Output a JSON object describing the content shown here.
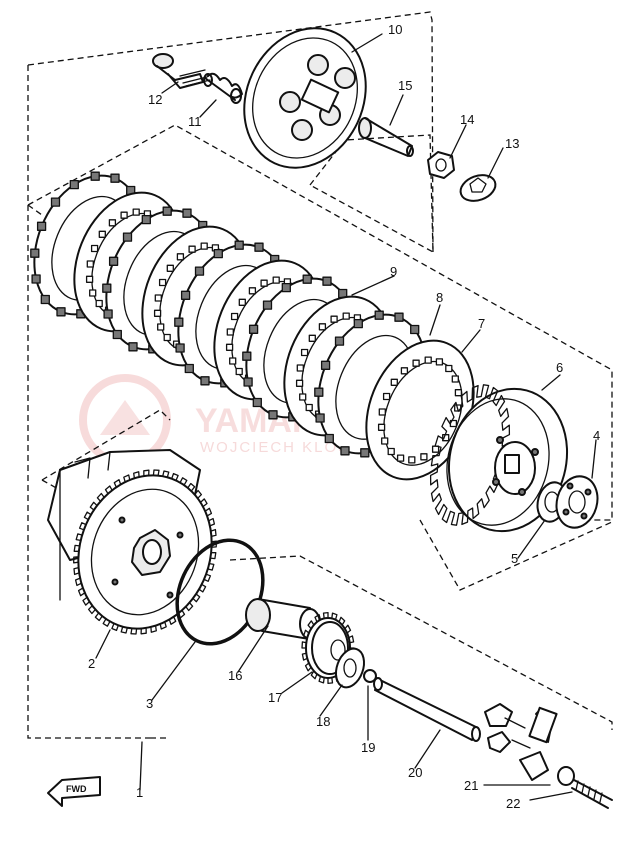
{
  "watermark": {
    "line1": "YAMAHAKLOSS",
    "line2": "WOJCIECH KLOSS CE.PL"
  },
  "direction_marker": "FWD",
  "parts": [
    {
      "id": "p1",
      "num": "1"
    },
    {
      "id": "p2",
      "num": "2"
    },
    {
      "id": "p3",
      "num": "3"
    },
    {
      "id": "p4",
      "num": "4"
    },
    {
      "id": "p5",
      "num": "5"
    },
    {
      "id": "p6",
      "num": "6"
    },
    {
      "id": "p7",
      "num": "7"
    },
    {
      "id": "p8",
      "num": "8"
    },
    {
      "id": "p9",
      "num": "9"
    },
    {
      "id": "p10",
      "num": "10"
    },
    {
      "id": "p11",
      "num": "11"
    },
    {
      "id": "p12",
      "num": "12"
    },
    {
      "id": "p13",
      "num": "13"
    },
    {
      "id": "p14",
      "num": "14"
    },
    {
      "id": "p15",
      "num": "15"
    },
    {
      "id": "p16",
      "num": "16"
    },
    {
      "id": "p17",
      "num": "17"
    },
    {
      "id": "p18",
      "num": "18"
    },
    {
      "id": "p19",
      "num": "19"
    },
    {
      "id": "p20",
      "num": "20"
    },
    {
      "id": "p21",
      "num": "21"
    },
    {
      "id": "p22",
      "num": "22"
    }
  ],
  "colors": {
    "ink": "#111111",
    "watermark": "#f1c3c3",
    "paper": "#ffffff"
  }
}
